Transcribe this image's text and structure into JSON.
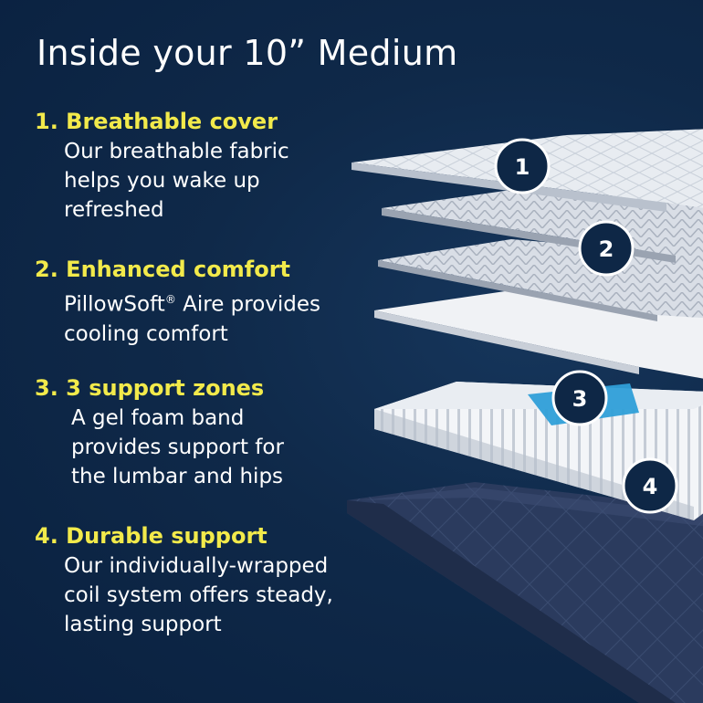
{
  "title": "Inside your 10” Medium",
  "features": [
    {
      "heading": "1. Breathable cover",
      "lines": [
        "Our breathable fabric",
        "helps you wake up",
        "refreshed"
      ]
    },
    {
      "heading": "2. Enhanced comfort",
      "lines_1_pre": "PillowSoft",
      "lines_1_reg": "®",
      "lines_1_post": " Aire provides",
      "lines": [
        "cooling comfort"
      ]
    },
    {
      "heading": "3. 3 support zones",
      "lines": [
        "A gel foam band",
        "provides support for",
        "the lumbar and hips"
      ]
    },
    {
      "heading": "4. Durable support",
      "lines": [
        "Our individually-wrapped",
        "coil system offers steady,",
        "lasting support"
      ]
    }
  ],
  "badges": [
    "1",
    "2",
    "3",
    "4"
  ],
  "colors": {
    "background": "#0e2746",
    "heading": "#f2ea4b",
    "text": "#ffffff",
    "gel": "#2f9fd8",
    "base": "#2a3a5c"
  }
}
